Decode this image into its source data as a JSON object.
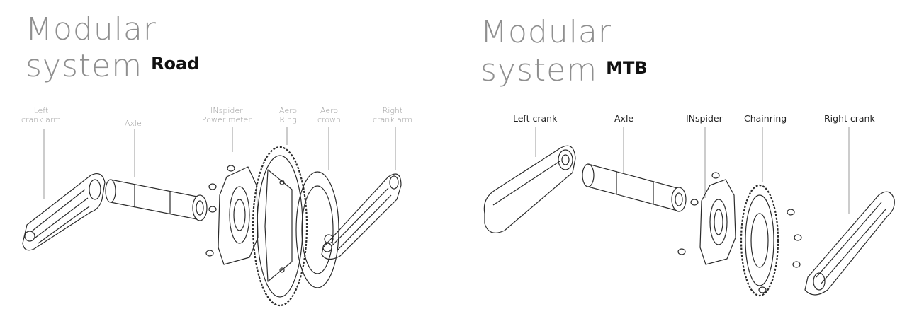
{
  "road": {
    "title_line1": "Modular",
    "title_line2": "system",
    "variant": "Road",
    "labels": {
      "left_crank": [
        "Left",
        "crank arm"
      ],
      "axle": [
        "Axle"
      ],
      "inspider": [
        "INspider",
        "Power meter"
      ],
      "aero_ring": [
        "Aero",
        "Ring"
      ],
      "aero_crown": [
        "Aero",
        "crown"
      ],
      "right_crank": [
        "Right",
        "crank arm"
      ]
    }
  },
  "mtb": {
    "title_line1": "Modular",
    "title_line2": "system",
    "variant": "MTB",
    "labels": {
      "left_crank": "Left crank",
      "axle": "Axle",
      "inspider": "INspider",
      "chainring": "Chainring",
      "right_crank": "Right crank"
    }
  },
  "colors": {
    "heading": "#8f8f8f",
    "variant": "#111111",
    "road_label": "#9a9a9a",
    "mtb_label": "#222222",
    "line_art": "#2b2b2b",
    "leader": "#9a9a9a"
  }
}
